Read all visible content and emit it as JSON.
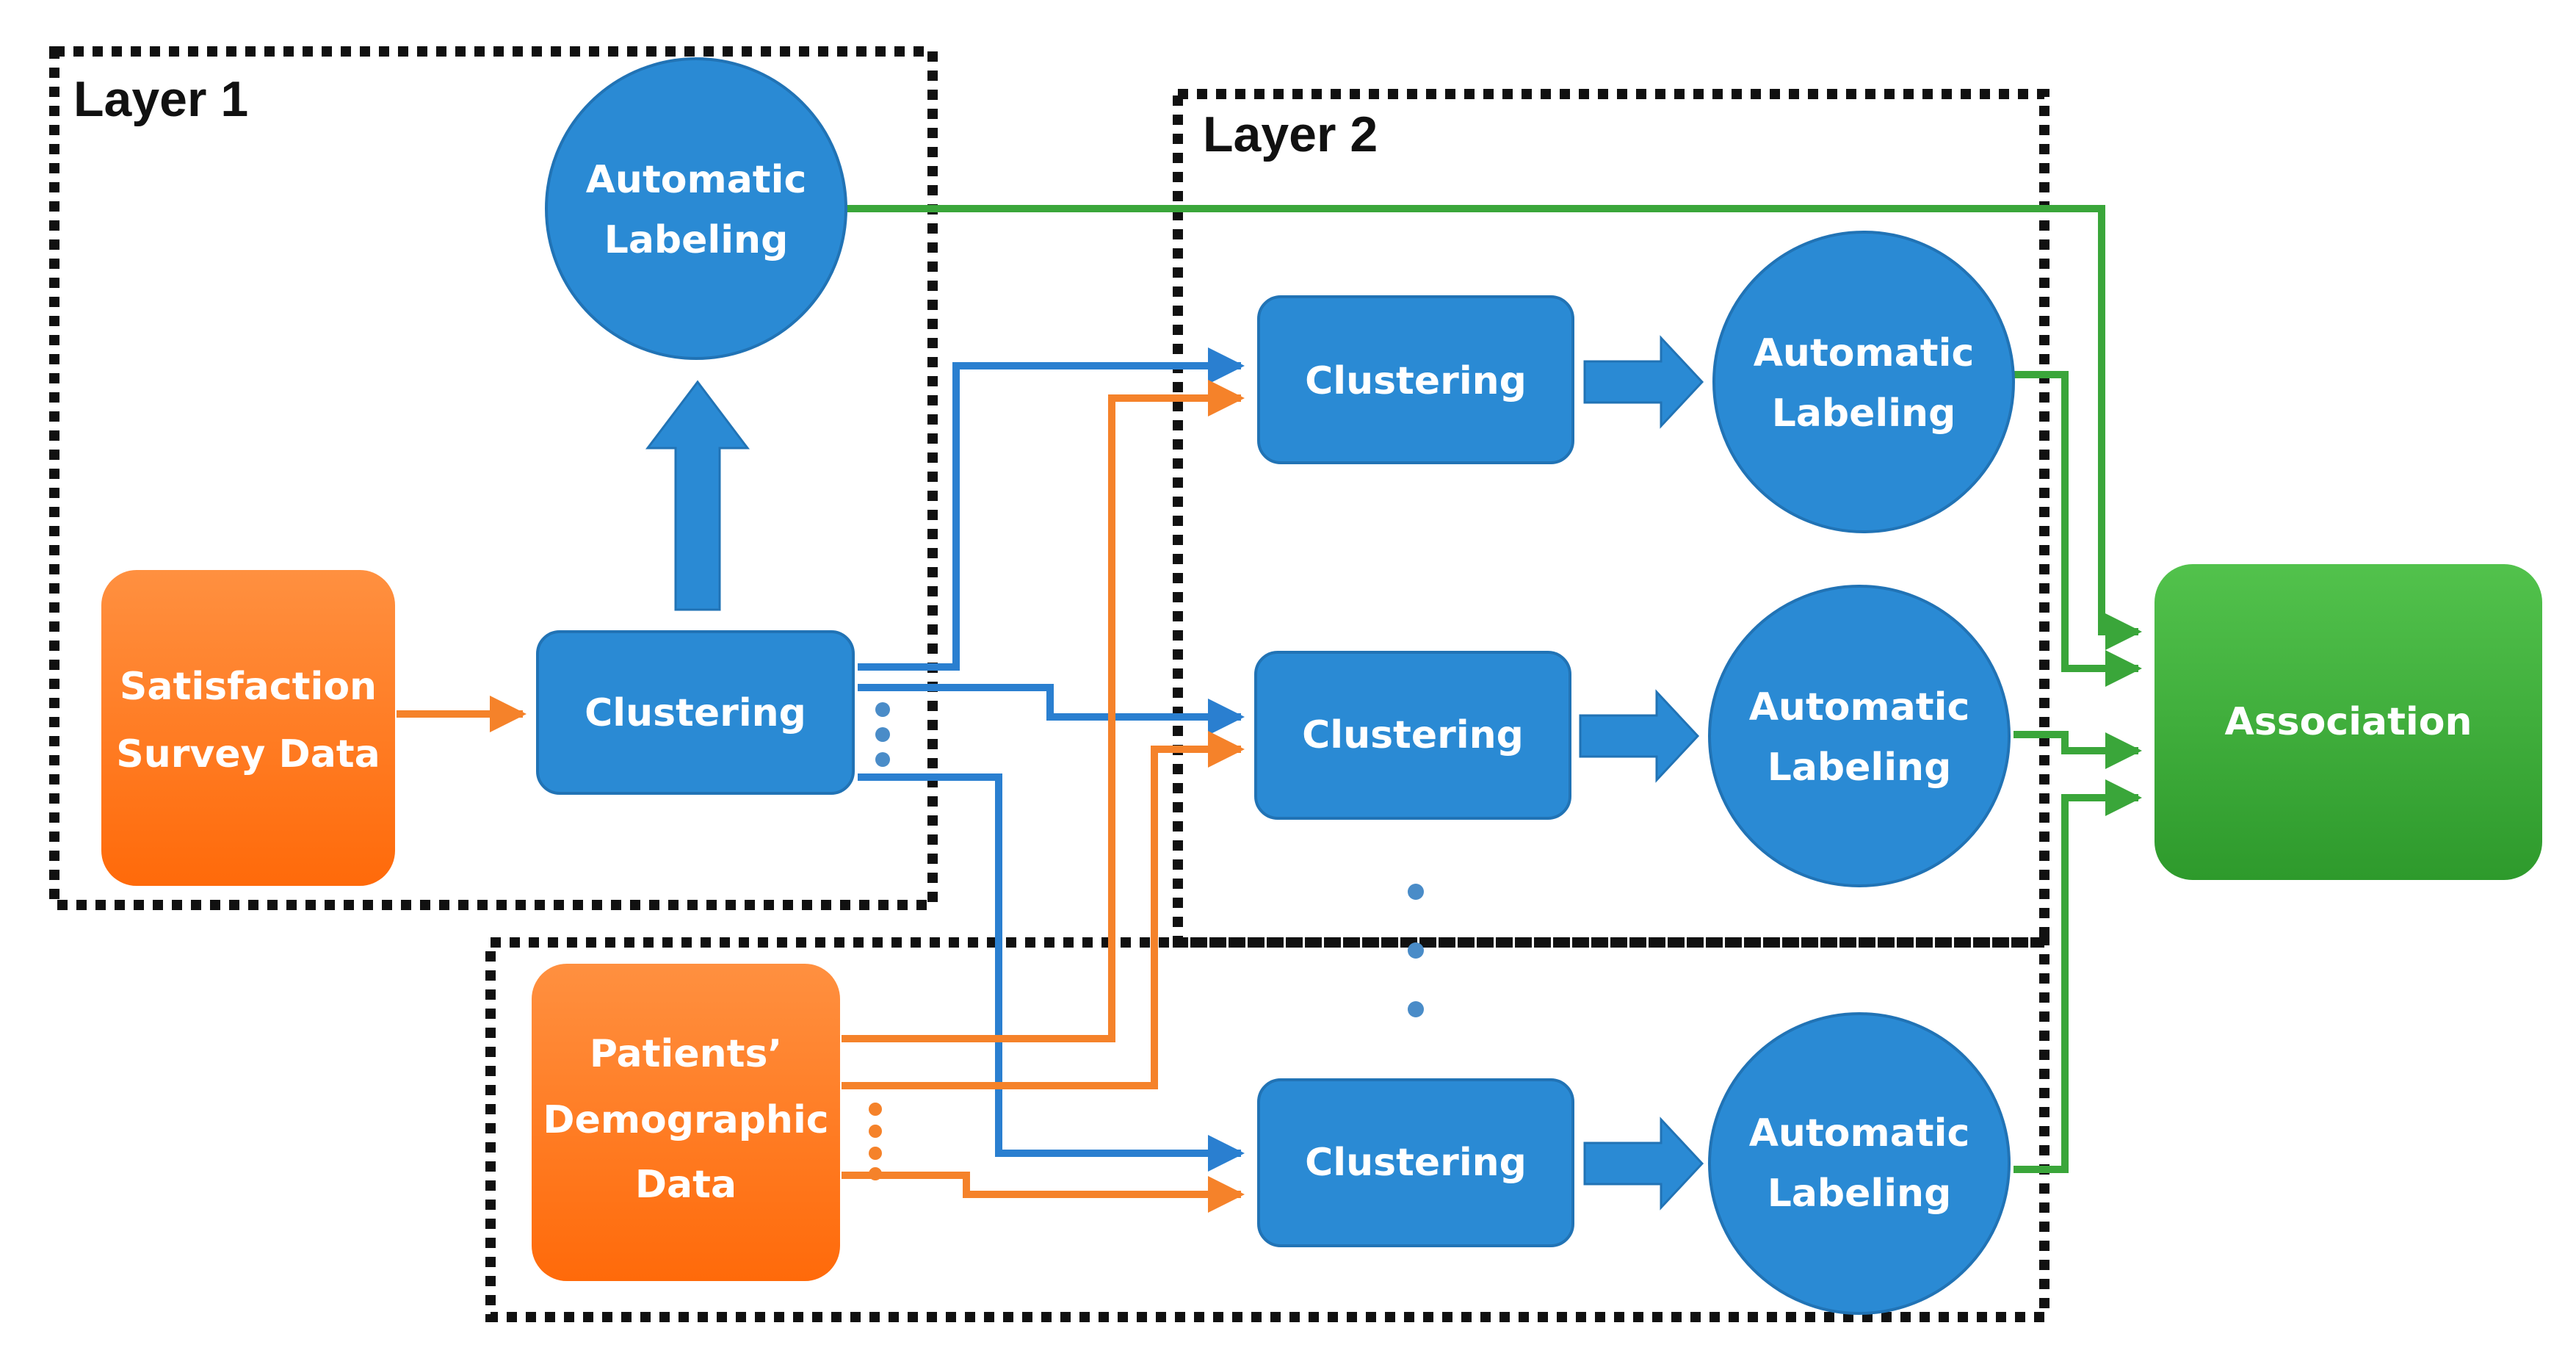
{
  "layers": {
    "layer1_label": "Layer 1",
    "layer2_label": "Layer 2"
  },
  "nodes": {
    "survey": {
      "line1": "Satisfaction",
      "line2": "Survey Data"
    },
    "demographic": {
      "line1": "Patients’",
      "line2": "Demographic",
      "line3": "Data"
    },
    "layer1_clustering": "Clustering",
    "layer1_labeling": {
      "line1": "Automatic",
      "line2": "Labeling"
    },
    "layer2_clustering": [
      "Clustering",
      "Clustering",
      "Clustering"
    ],
    "layer2_labeling": [
      {
        "line1": "Automatic",
        "line2": "Labeling"
      },
      {
        "line1": "Automatic",
        "line2": "Labeling"
      },
      {
        "line1": "Automatic",
        "line2": "Labeling"
      }
    ],
    "association": "Association"
  },
  "colors": {
    "blue": "#2a8ad4",
    "blue_edge": "#2173b5",
    "orange": "#ff6d12",
    "orange_line": "#f5822a",
    "green": "#3aab3a",
    "green_line": "#3aa63a",
    "border": "#111111"
  }
}
